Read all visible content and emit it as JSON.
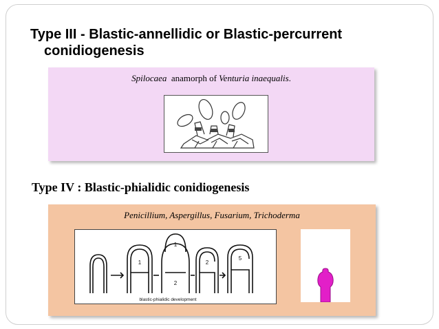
{
  "type3": {
    "line1": "Type III - Blastic-annellidic or Blastic-percurrent",
    "line2": "conidiogenesis",
    "caption_genus": "Spilocaea",
    "caption_middle": "anamorph of",
    "caption_species": "Venturia inaequalis",
    "caption_end": "."
  },
  "type4": {
    "heading": "Type IV : Blastic-phialidic conidiogenesis",
    "caption": "Penicillium, Aspergillus, Fusarium, Trichoderma",
    "diagram_labels": [
      "1",
      "2",
      "1",
      "2",
      "5"
    ],
    "diagram_caption": "blastic-phialidic development"
  },
  "colors": {
    "panel1_bg": "#f3d8f5",
    "panel2_bg": "#f4c5a2",
    "phialide_magenta": "#e21fc8"
  }
}
